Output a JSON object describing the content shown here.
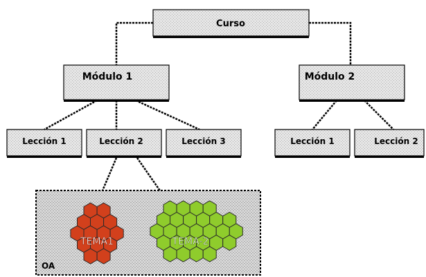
{
  "diagram": {
    "root": {
      "label": "Curso"
    },
    "modules": [
      {
        "label": "Módulo 1"
      },
      {
        "label": "Módulo 2"
      }
    ],
    "lessons": [
      {
        "label": "Lección 1"
      },
      {
        "label": "Lección 2"
      },
      {
        "label": "Lección 3"
      },
      {
        "label": "Lección 1"
      },
      {
        "label": "Lección 2"
      }
    ],
    "topics": [
      {
        "label": "TEMA1",
        "color": "#d2401c"
      },
      {
        "label": "TEMA-2",
        "color": "#8fcc2c"
      }
    ],
    "oa": {
      "label": "OA"
    }
  },
  "colors": {
    "box_fill": "#e1e1e1",
    "box_border": "#000000",
    "connector": "#000000",
    "oa_fill": "#d2d2d2"
  }
}
